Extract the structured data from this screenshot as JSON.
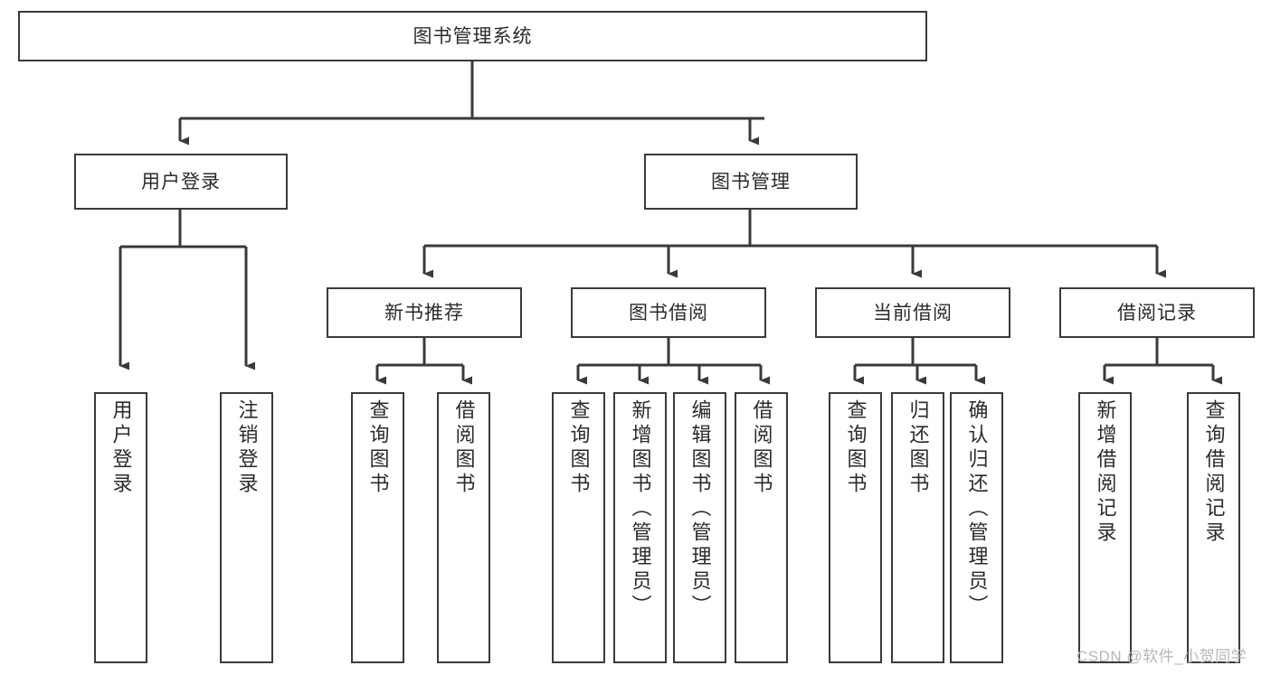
{
  "diagram": {
    "title": "图书管理系统",
    "type": "tree",
    "root": {
      "id": "root",
      "label": "图书管理系统"
    },
    "level2": [
      {
        "id": "user-login",
        "label": "用户登录"
      },
      {
        "id": "book-manage",
        "label": "图书管理"
      }
    ],
    "level3": [
      {
        "id": "new-book-recommend",
        "label": "新书推荐",
        "parent": "book-manage"
      },
      {
        "id": "book-borrow",
        "label": "图书借阅",
        "parent": "book-manage"
      },
      {
        "id": "current-borrow",
        "label": "当前借阅",
        "parent": "book-manage"
      },
      {
        "id": "borrow-record",
        "label": "借阅记录",
        "parent": "book-manage"
      }
    ],
    "leaves": {
      "user-login": [
        {
          "id": "leaf-user-login",
          "label": "用户登录"
        },
        {
          "id": "leaf-logout",
          "label": "注销登录"
        }
      ],
      "new-book-recommend": [
        {
          "id": "leaf-query-book-1",
          "label": "查询图书"
        },
        {
          "id": "leaf-borrow-book-1",
          "label": "借阅图书"
        }
      ],
      "book-borrow": [
        {
          "id": "leaf-query-book-2",
          "label": "查询图书"
        },
        {
          "id": "leaf-add-book",
          "label": "新增图书（管理员）"
        },
        {
          "id": "leaf-edit-book",
          "label": "编辑图书（管理员）"
        },
        {
          "id": "leaf-borrow-book-2",
          "label": "借阅图书"
        }
      ],
      "current-borrow": [
        {
          "id": "leaf-query-book-3",
          "label": "查询图书"
        },
        {
          "id": "leaf-return-book",
          "label": "归还图书"
        },
        {
          "id": "leaf-confirm-return",
          "label": "确认归还（管理员）"
        }
      ],
      "borrow-record": [
        {
          "id": "leaf-add-record",
          "label": "新增借阅记录"
        },
        {
          "id": "leaf-query-record",
          "label": "查询借阅记录"
        }
      ]
    },
    "colors": {
      "stroke": "#3a3a3a",
      "text": "#2b2b2b",
      "background": "#ffffff",
      "watermark": "#b6b6b6"
    }
  },
  "watermark": {
    "text": "CSDN @软件_小贺同学"
  }
}
